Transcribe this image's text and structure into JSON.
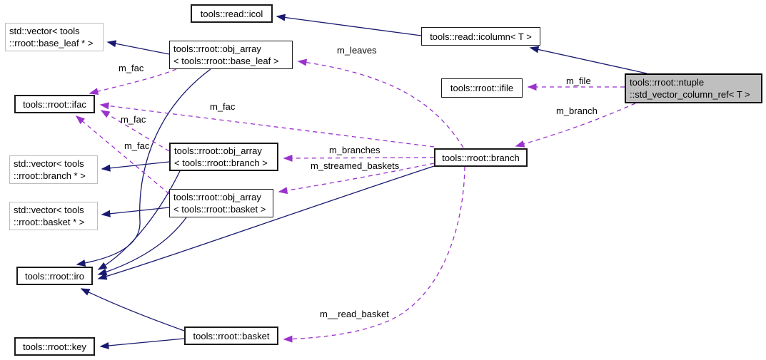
{
  "diagram": {
    "title": "doxygen collaboration graph for tools::rroot::ntuple::std_vector_column_ref< T >",
    "colors": {
      "solid_edge": "#191970",
      "dashed_edge": "#9a32cd",
      "selected_fill": "#bfbfbf",
      "gray_border": "#bdbdbd",
      "node_border": "#1a1a1a",
      "background": "#ffffff"
    },
    "nodes": [
      {
        "id": "icol",
        "line1": "tools::read::icol"
      },
      {
        "id": "vector-base-leaf",
        "line1": "std::vector< tools",
        "line2": "::rroot::base_leaf * >"
      },
      {
        "id": "icolumn",
        "line1": "tools::read::icolumn< T >"
      },
      {
        "id": "obj-array-base-leaf",
        "line1": "tools::rroot::obj_array",
        "line2": "< tools::rroot::base_leaf >"
      },
      {
        "id": "ifile",
        "line1": "tools::rroot::ifile"
      },
      {
        "id": "ntuple-std-vector-column-ref",
        "line1": "tools::rroot::ntuple",
        "line2": "::std_vector_column_ref< T >"
      },
      {
        "id": "ifac",
        "line1": "tools::rroot::ifac"
      },
      {
        "id": "obj-array-branch",
        "line1": "tools::rroot::obj_array",
        "line2": "< tools::rroot::branch >"
      },
      {
        "id": "vector-branch",
        "line1": "std::vector< tools",
        "line2": "::rroot::branch * >"
      },
      {
        "id": "branch",
        "line1": "tools::rroot::branch"
      },
      {
        "id": "obj-array-basket",
        "line1": "tools::rroot::obj_array",
        "line2": "< tools::rroot::basket >"
      },
      {
        "id": "vector-basket",
        "line1": "std::vector< tools",
        "line2": "::rroot::basket * >"
      },
      {
        "id": "iro",
        "line1": "tools::rroot::iro"
      },
      {
        "id": "basket",
        "line1": "tools::rroot::basket"
      },
      {
        "id": "key",
        "line1": "tools::rroot::key"
      }
    ],
    "edge_labels": [
      {
        "id": "m-leaves",
        "text": "m_leaves"
      },
      {
        "id": "m-fac-base-leaf",
        "text": "m_fac"
      },
      {
        "id": "m-fac-branch",
        "text": "m_fac"
      },
      {
        "id": "m-fac-obj-branch",
        "text": "m_fac"
      },
      {
        "id": "m-fac-obj-basket",
        "text": "m_fac"
      },
      {
        "id": "m-file",
        "text": "m_file"
      },
      {
        "id": "m-branch",
        "text": "m_branch"
      },
      {
        "id": "m-branches",
        "text": "m_branches"
      },
      {
        "id": "m-streamed-baskets",
        "text": "m_streamed_baskets"
      },
      {
        "id": "m-read-basket",
        "text": "m__read_basket"
      }
    ]
  }
}
